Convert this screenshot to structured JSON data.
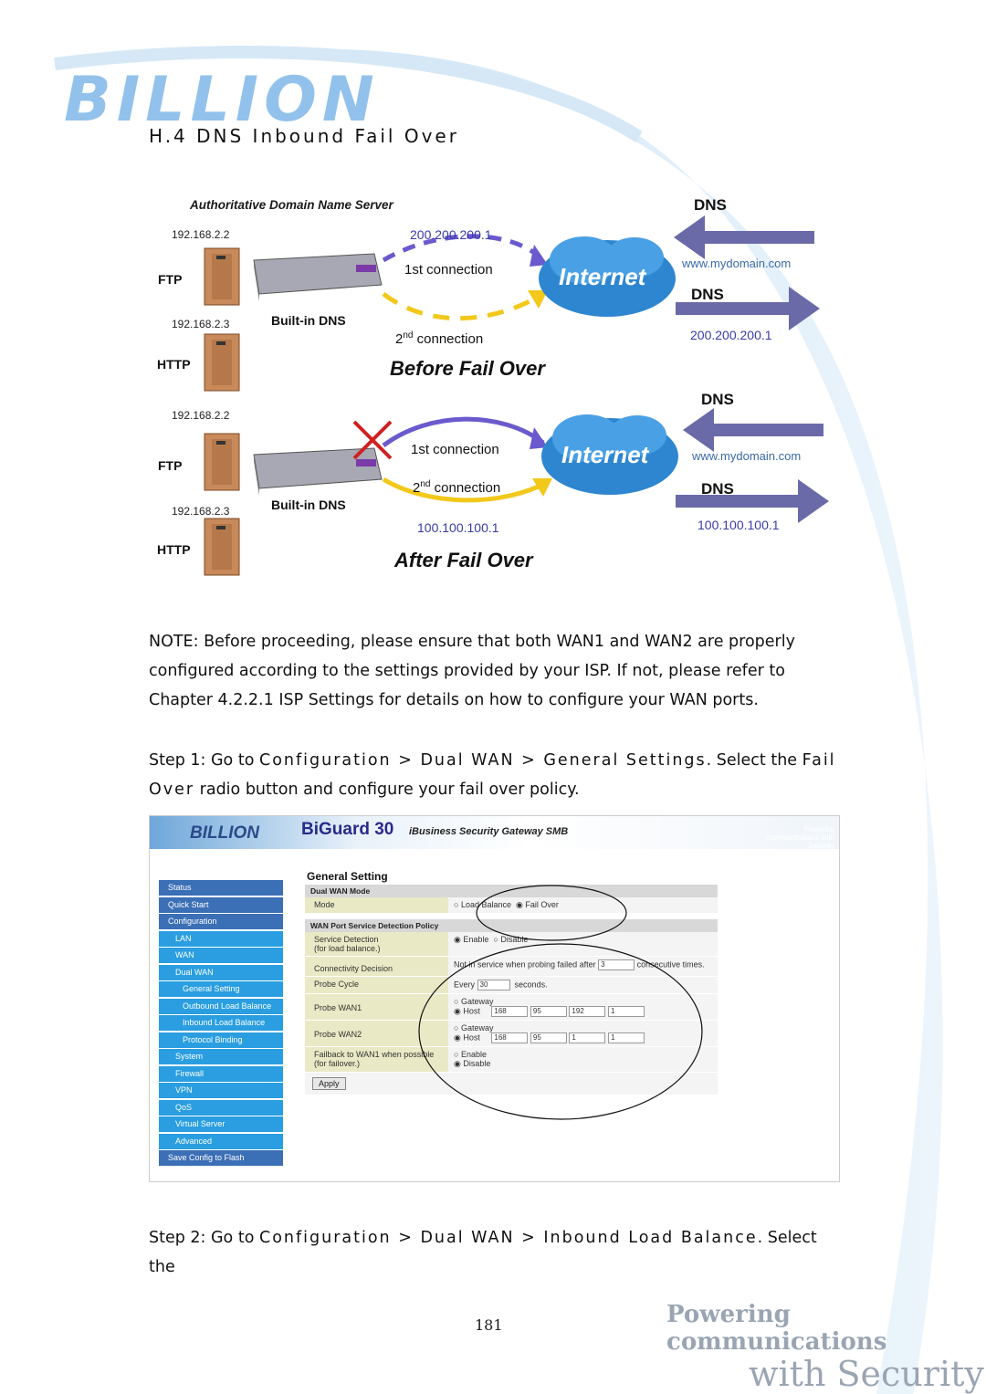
{
  "header": {
    "logo_text": "BILLION",
    "section_title": "H.4   DNS Inbound Fail Over"
  },
  "diagram": {
    "auth_server_label": "Authoritative Domain Name Server",
    "before": {
      "ip_ftp": "192.168.2.2",
      "ftp_label": "FTP",
      "ip_http": "192.168.2.3",
      "http_label": "HTTP",
      "builtin_dns": "Built-in DNS",
      "wan_ip": "200.200.200.1",
      "conn1": "1st connection",
      "conn2_prefix": "2",
      "conn2_sup": "nd",
      "conn2_suffix": " connection",
      "internet": "Internet",
      "dns_top": "DNS",
      "url": "www.mydomain.com",
      "dns_bottom": "DNS",
      "dns_ip": "200.200.200.1",
      "caption": "Before Fail Over"
    },
    "after": {
      "ip_ftp": "192.168.2.2",
      "ftp_label": "FTP",
      "ip_http": "192.168.2.3",
      "http_label": "HTTP",
      "builtin_dns": "Built-in DNS",
      "wan_ip": "100.100.100.1",
      "conn1": "1st connection",
      "conn2_prefix": "2",
      "conn2_sup": "nd",
      "conn2_suffix": " connection",
      "internet": "Internet",
      "dns_top": "DNS",
      "url": "www.mydomain.com",
      "dns_bottom": "DNS",
      "dns_ip": "100.100.100.1",
      "caption": "After Fail Over"
    }
  },
  "note": "NOTE: Before proceeding, please ensure that both WAN1 and WAN2 are properly configured according to the settings provided by your ISP. If not, please refer to Chapter 4.2.2.1 ISP Settings for details on how to configure your WAN ports.",
  "step1": {
    "prefix": "Step 1: Go to ",
    "path": "Configuration > Dual WAN > General Settings",
    "mid": ". Select the ",
    "option": "Fail Over",
    "suffix": " radio button and configure your fail over policy."
  },
  "screenshot": {
    "brand": "BILLION",
    "product": "BiGuard 30",
    "product_sub": "iBusiness Security Gateway SMB",
    "powering": "Powering communications with Security",
    "menu": [
      {
        "label": "Status",
        "level": 0
      },
      {
        "label": "Quick Start",
        "level": 0
      },
      {
        "label": "Configuration",
        "level": 0
      },
      {
        "label": "LAN",
        "level": 1
      },
      {
        "label": "WAN",
        "level": 1
      },
      {
        "label": "Dual WAN",
        "level": 1
      },
      {
        "label": "General Setting",
        "level": 2
      },
      {
        "label": "Outbound Load Balance",
        "level": 2
      },
      {
        "label": "Inbound Load Balance",
        "level": 2
      },
      {
        "label": "Protocol Binding",
        "level": 2
      },
      {
        "label": "System",
        "level": 1
      },
      {
        "label": "Firewall",
        "level": 1
      },
      {
        "label": "VPN",
        "level": 1
      },
      {
        "label": "QoS",
        "level": 1
      },
      {
        "label": "Virtual Server",
        "level": 1
      },
      {
        "label": "Advanced",
        "level": 1
      },
      {
        "label": "Save Config to Flash",
        "level": 0
      }
    ],
    "form_title": "General Setting",
    "dual_wan_mode": "Dual WAN Mode",
    "mode_label": "Mode",
    "mode_opt1": "Load Balance",
    "mode_opt2": "Fail Over",
    "policy_title": "WAN Port Service Detection Policy",
    "svc_detect_label": "Service Detection",
    "svc_detect_sub": "(for load balance.)",
    "enable": "Enable",
    "disable": "Disable",
    "conn_decision": "Connectivity Decision",
    "conn_text_a": "Not in service when probing failed after",
    "conn_value": "3",
    "conn_text_b": "consecutive times.",
    "probe_cycle": "Probe Cycle",
    "every": "Every",
    "cycle_value": "30",
    "seconds": "seconds.",
    "probe_wan1": "Probe WAN1",
    "probe_wan2": "Probe WAN2",
    "gateway": "Gateway",
    "host": "Host",
    "wan1_host": [
      "168",
      "95",
      "192",
      "1"
    ],
    "wan2_host": [
      "168",
      "95",
      "1",
      "1"
    ],
    "fallback_label": "Failback to WAN1 when possible",
    "fallback_sub": "(for failover.)",
    "apply": "Apply"
  },
  "step2": {
    "prefix": "Step 2: Go to ",
    "path": "Configuration > Dual WAN > Inbound Load Balance",
    "suffix": ". Select the"
  },
  "page_number": "181",
  "footer": {
    "line1": "Powering communications",
    "line2": "with Security"
  }
}
